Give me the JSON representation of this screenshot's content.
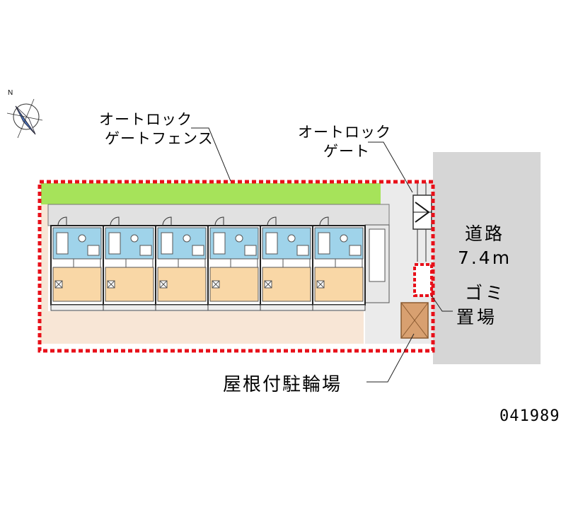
{
  "labels": {
    "north": "N",
    "autolock_fence": [
      "オートロック",
      "ゲートフェンス"
    ],
    "autolock_gate": [
      "オートロック",
      "ゲート"
    ],
    "road": [
      "道路",
      "7.4m"
    ],
    "garbage": [
      "ゴミ",
      "置場"
    ],
    "bicycle_parking": "屋根付駐輪場",
    "property_code": "041989"
  },
  "site": {
    "unit_count": 6,
    "colors": {
      "boundary": "#e8101a",
      "green_strip": "#a6e35a",
      "corridor": "#e1e1e1",
      "wet_area": "#9fd3ea",
      "room": "#f9d7a6",
      "yard": "#f8e6d6",
      "road": "#d6d6d6",
      "bike_shed": "#d8a070"
    }
  }
}
